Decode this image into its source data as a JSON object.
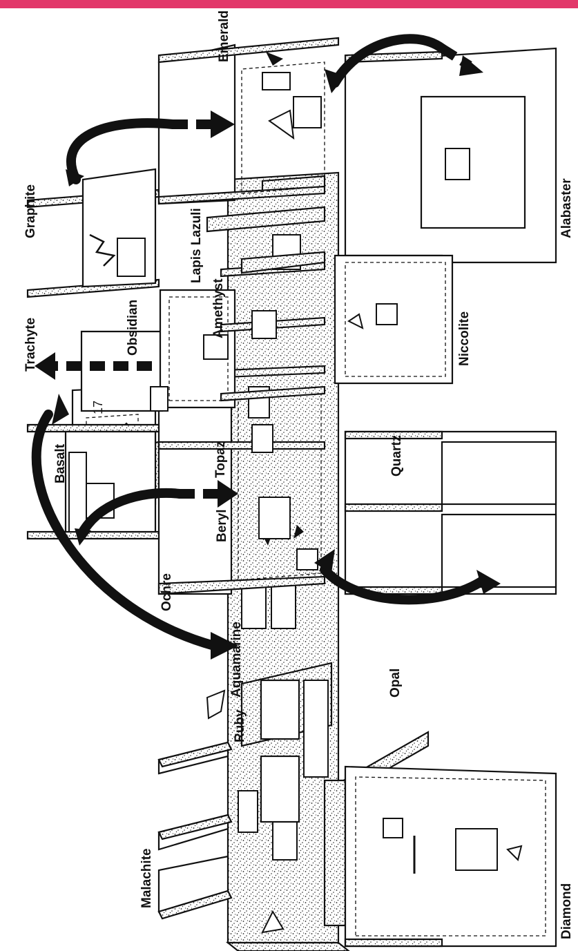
{
  "header": {
    "accent_color": "#e2386a"
  },
  "rooms": [
    {
      "id": "malachite",
      "label": "Malachite"
    },
    {
      "id": "ruby",
      "label": "Ruby"
    },
    {
      "id": "aquamarine",
      "label": "Aquamarine"
    },
    {
      "id": "ochre",
      "label": "Ochre"
    },
    {
      "id": "beryl",
      "label": "Beryl"
    },
    {
      "id": "basalt",
      "label": "Basalt"
    },
    {
      "id": "topaz",
      "label": "Topaz"
    },
    {
      "id": "trachyte",
      "label": "Trachyte"
    },
    {
      "id": "obsidian",
      "label": "Obsidian"
    },
    {
      "id": "amethyst",
      "label": "Amethyst"
    },
    {
      "id": "lapis-lazuli",
      "label": "Lapis Lazuli"
    },
    {
      "id": "graphite",
      "label": "Graphite"
    },
    {
      "id": "emerald",
      "label": "Emerald"
    },
    {
      "id": "alabaster",
      "label": "Alabaster"
    },
    {
      "id": "niccolite",
      "label": "Niccolite"
    },
    {
      "id": "quartz",
      "label": "Quartz"
    },
    {
      "id": "opal",
      "label": "Opal"
    },
    {
      "id": "diamond",
      "label": "Diamond"
    }
  ],
  "room_marker": "17"
}
